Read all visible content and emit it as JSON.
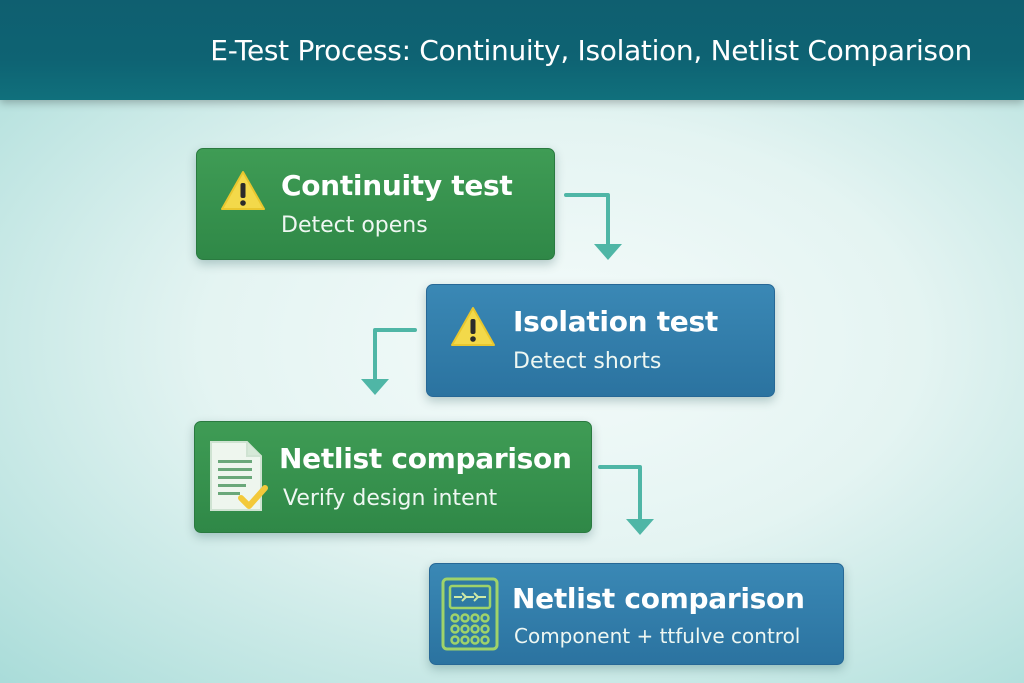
{
  "header": {
    "title": "E-Test Process: Continuity, Isolation, Netlist Comparison"
  },
  "colors": {
    "header_bg": "#0f6070",
    "green_step": "#3a9450",
    "blue_step": "#3280ad",
    "arrow": "#4fb6a6",
    "warning_yellow": "#f3d94a"
  },
  "steps": [
    {
      "title": "Continuity test",
      "subtitle": "Detect opens",
      "icon": "warning-icon",
      "color": "green"
    },
    {
      "title": "Isolation test",
      "subtitle": "Detect shorts",
      "icon": "warning-icon",
      "color": "blue"
    },
    {
      "title": "Netlist comparison",
      "subtitle": "Verify design intent",
      "icon": "document-check-icon",
      "color": "green"
    },
    {
      "title": "Netlist comparison",
      "subtitle": "Component + ttfulve control",
      "icon": "circuit-board-icon",
      "color": "blue"
    }
  ]
}
